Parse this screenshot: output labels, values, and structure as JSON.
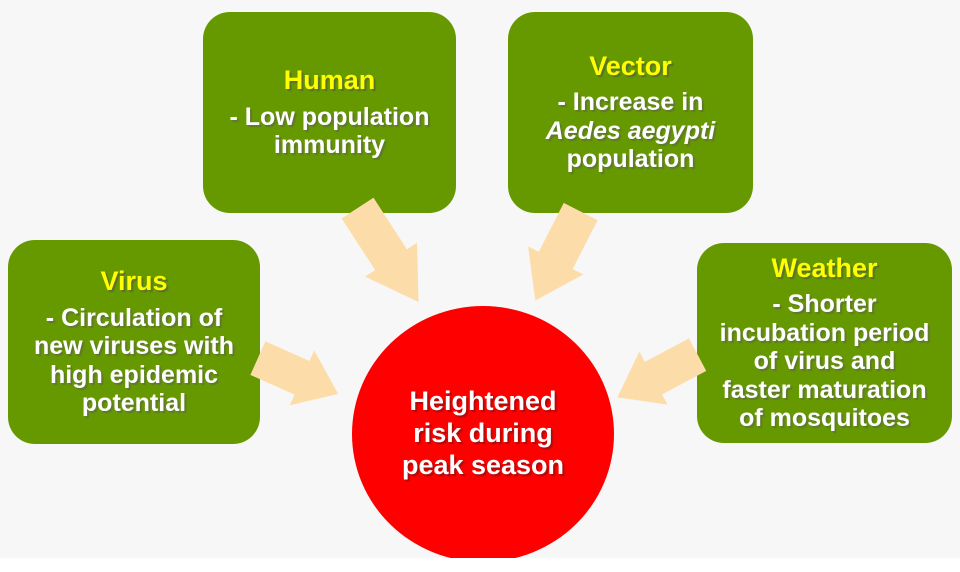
{
  "colors": {
    "background": "#f7f7f7",
    "bottom_strip": "#ffffff",
    "box_green": "#669900",
    "title_yellow": "#ffff00",
    "body_white": "#ffffff",
    "arrow_peach": "#fcdda9",
    "circle_red": "#fe0000"
  },
  "boxes": {
    "human": {
      "title": "Human",
      "body_lines": [
        "- Low population",
        "immunity"
      ]
    },
    "vector": {
      "title": "Vector",
      "body_lines": [
        "- Increase in",
        "Aedes aegypti",
        "population"
      ]
    },
    "virus": {
      "title": "Virus",
      "body_lines": [
        "- Circulation of",
        "new viruses with",
        "high epidemic",
        "potential"
      ]
    },
    "weather": {
      "title": "Weather",
      "body_lines": [
        "- Shorter",
        "incubation period",
        "of virus and",
        "faster maturation",
        "of mosquitoes"
      ]
    }
  },
  "center": {
    "lines": [
      "Heightened",
      "risk during",
      "peak season"
    ]
  }
}
